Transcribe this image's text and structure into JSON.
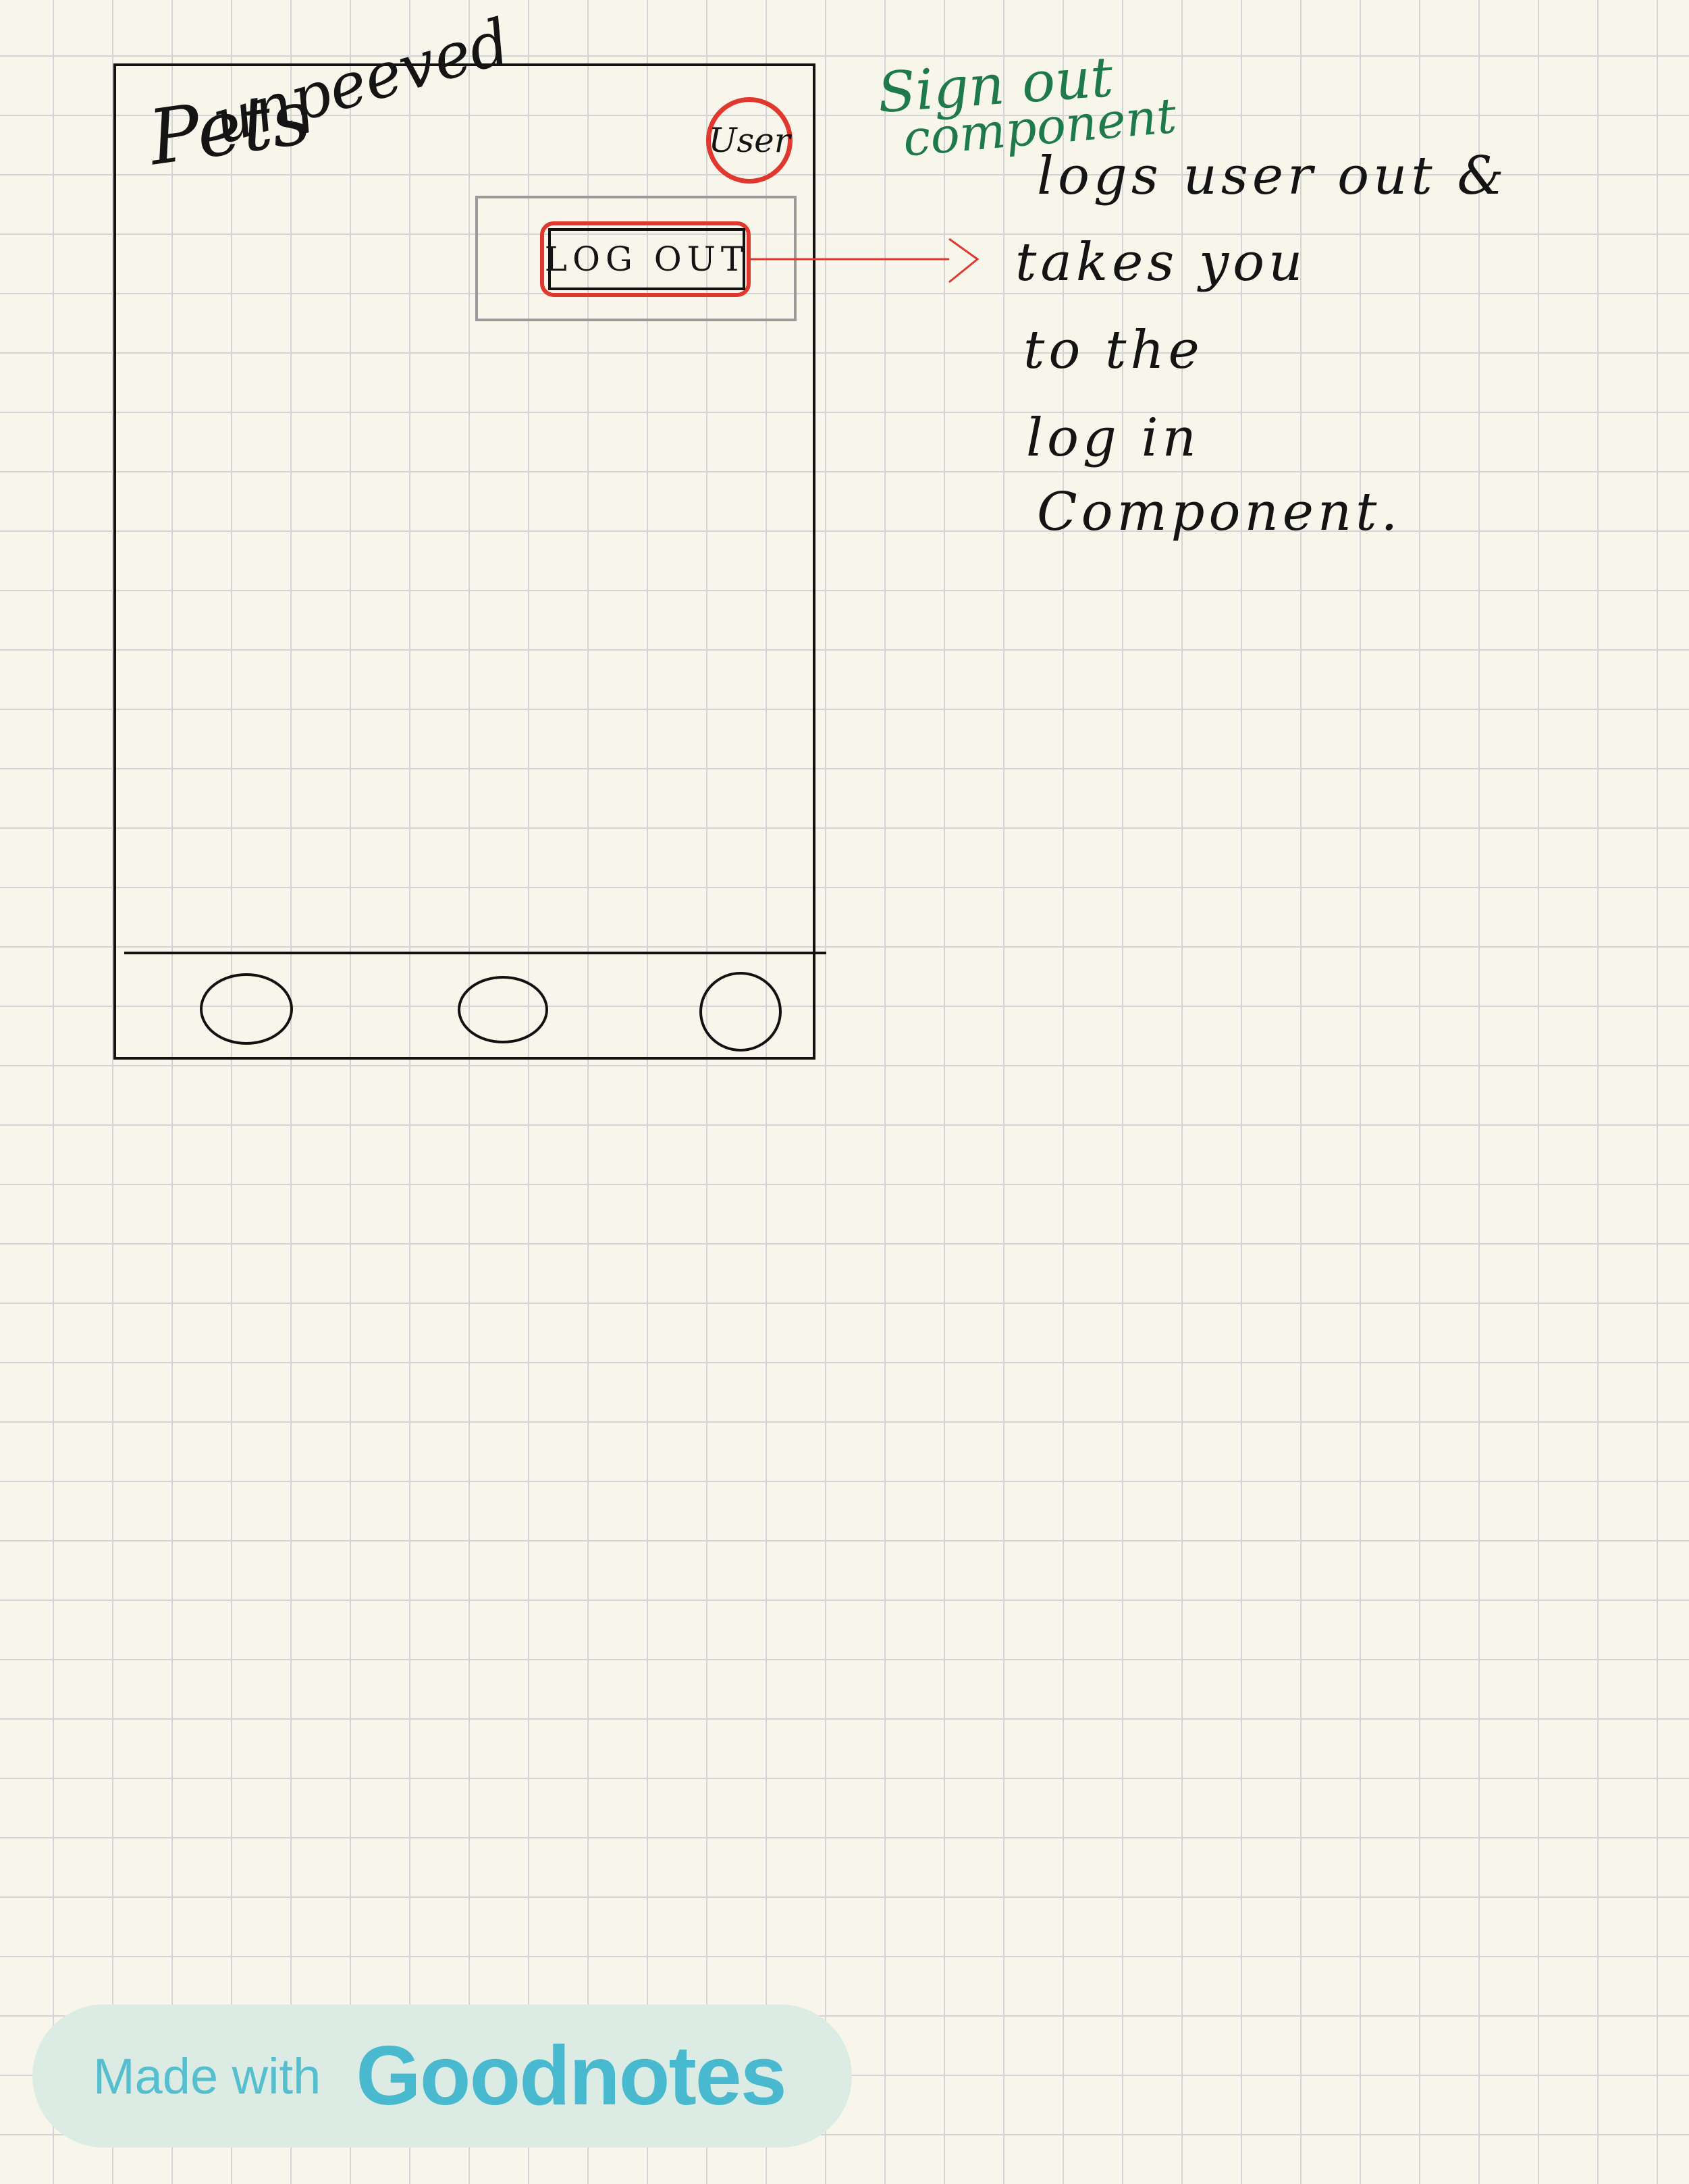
{
  "app": {
    "title_line1": "Pets",
    "title_line2": "unpeeved",
    "user_label": "User",
    "logout_label": "LOG OUT"
  },
  "annotation": {
    "title_line1": "Sign out",
    "title_line2": "component",
    "notes": [
      "logs user out &",
      "takes you",
      "to the",
      "log in",
      "Component."
    ]
  },
  "watermark": {
    "made_with": "Made with",
    "brand": "Goodnotes"
  },
  "colors": {
    "paper": "#f8f6ea",
    "grid": "#d2d4d6",
    "ink": "#141414",
    "highlight_red": "#e0372f",
    "annotation_green": "#1e7a4a",
    "watermark_blue": "#48b9cf"
  }
}
